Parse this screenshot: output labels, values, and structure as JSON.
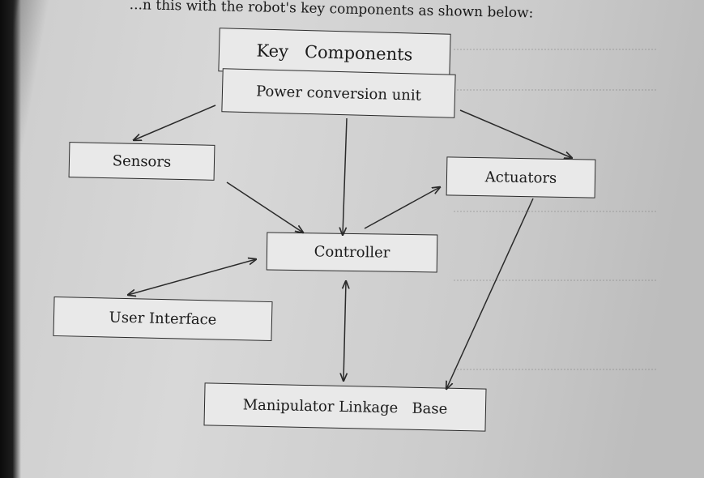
{
  "header": {
    "text": "...n this with the robot's key components as shown below:"
  },
  "diagram": {
    "title": "Key   Components",
    "nodes": {
      "power": "Power conversion unit",
      "sensors": "Sensors",
      "actuators": "Actuators",
      "controller": "Controller",
      "user_interface": "User Interface",
      "base": "Manipulator Linkage   Base"
    },
    "edges": [
      {
        "from": "power",
        "to": "sensors"
      },
      {
        "from": "power",
        "to": "actuators"
      },
      {
        "from": "power",
        "to": "controller"
      },
      {
        "from": "sensors",
        "to": "controller"
      },
      {
        "from": "controller",
        "to": "actuators"
      },
      {
        "from": "controller",
        "to": "user_interface",
        "bidirectional": true
      },
      {
        "from": "controller",
        "to": "base",
        "bidirectional": true
      },
      {
        "from": "actuators",
        "to": "base"
      }
    ]
  }
}
